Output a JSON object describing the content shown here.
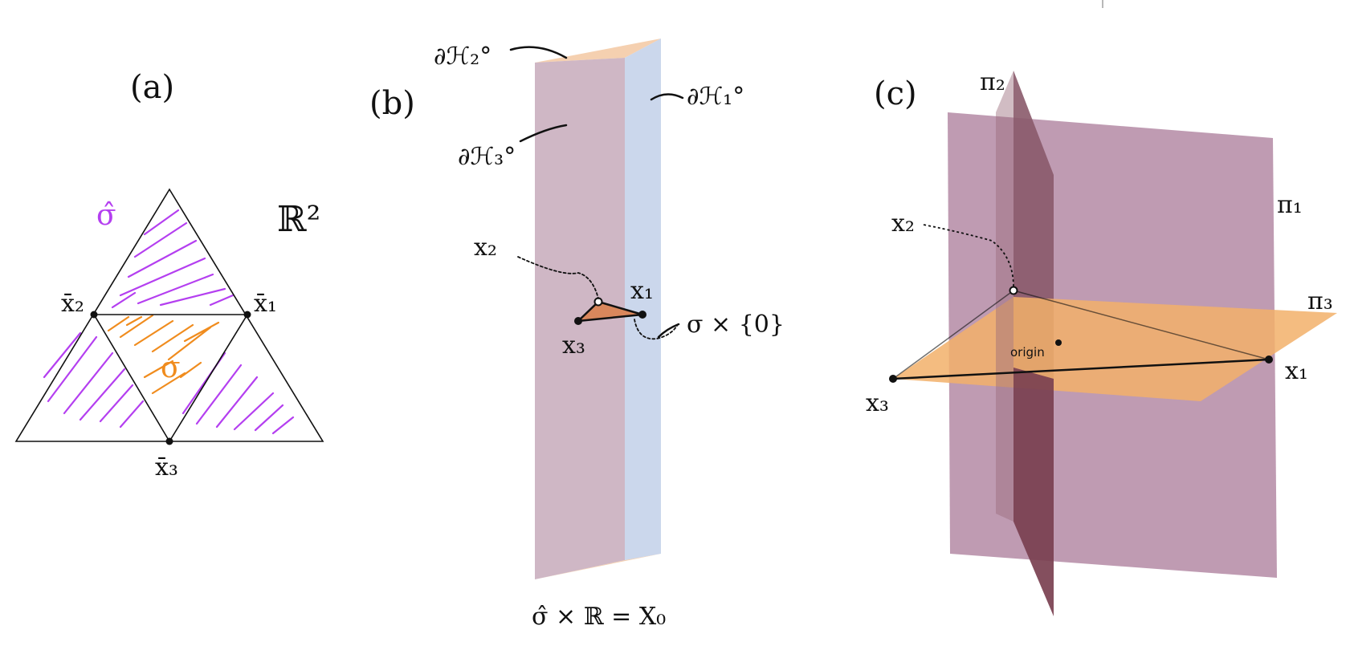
{
  "panels": {
    "a": {
      "label": "(a)",
      "space_label": "ℝ²",
      "sigma_hat_label": "σ̂",
      "sigma_label": "σ",
      "vertex_x1": "x̄₁",
      "vertex_x2": "x̄₂",
      "vertex_x3": "x̄₃"
    },
    "b": {
      "label": "(b)",
      "plane_h2_label": "∂ℋ₂°",
      "plane_h1_label": "∂ℋ₁°",
      "plane_h3_label": "∂ℋ₃°",
      "point_x1": "x₁",
      "point_x2": "x₂",
      "point_x3": "x₃",
      "sigma_slice_label": "σ × {0}",
      "bottom_label": "σ̂ × ℝ = X₀"
    },
    "c": {
      "label": "(c)",
      "plane_pi1_label": "π₁",
      "plane_pi2_label": "π₂",
      "plane_pi3_label": "π₃",
      "point_x1": "x₁",
      "point_x2": "x₂",
      "point_x3": "x₃",
      "origin_label": "origin"
    }
  },
  "colors": {
    "purple_hatch": "#b43ff0",
    "orange_hatch": "#f08c1e",
    "mauve_plane": "#b48aa4",
    "blue_plane": "#b9c9e6",
    "orange_plane": "#f2b06a",
    "dark_plane": "#7a4050"
  }
}
